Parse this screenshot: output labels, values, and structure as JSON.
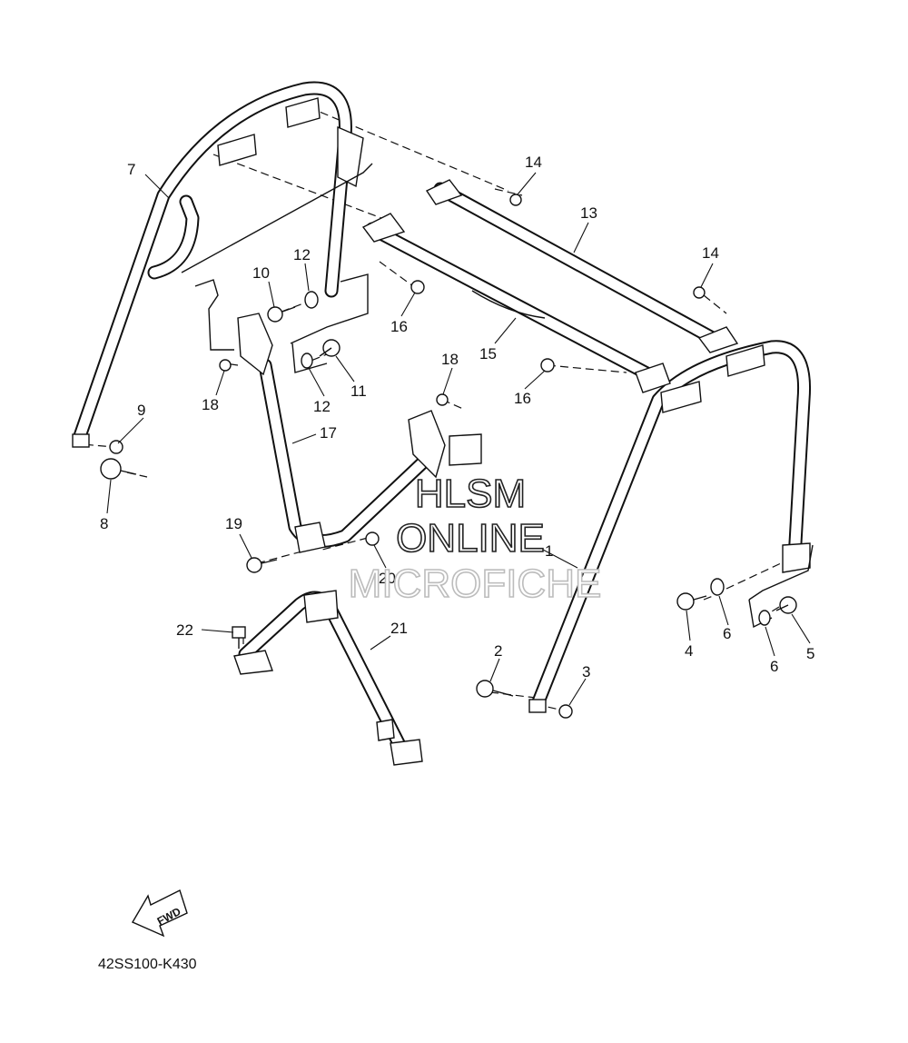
{
  "callouts": [
    "1",
    "2",
    "3",
    "4",
    "5",
    "6",
    "6",
    "7",
    "8",
    "9",
    "10",
    "11",
    "12",
    "12",
    "13",
    "14",
    "14",
    "15",
    "16",
    "16",
    "17",
    "18",
    "18",
    "19",
    "20",
    "21",
    "22"
  ],
  "watermark": {
    "line1": "HLSM",
    "line2": "ONLINE",
    "line3": "MICROFICHE"
  },
  "fwd_label": "FWD",
  "diagram_code": "42SS100-K430"
}
